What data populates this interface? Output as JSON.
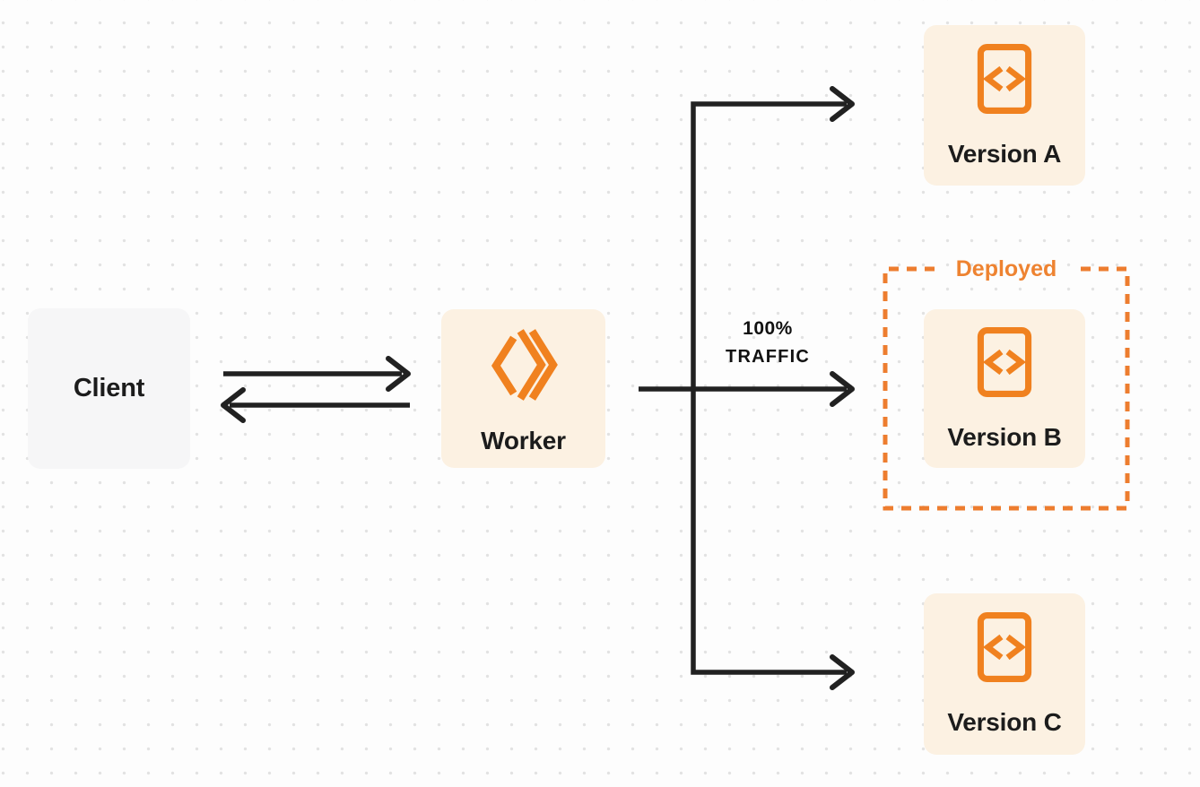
{
  "diagram": {
    "description": "Worker traffic routing diagram with client, worker and three versions",
    "nodes": {
      "client": {
        "label": "Client"
      },
      "worker": {
        "label": "Worker",
        "icon": "workers-chevrons-icon"
      },
      "version_a": {
        "label": "Version A",
        "icon": "code-file-icon"
      },
      "version_b": {
        "label": "Version B",
        "icon": "code-file-icon"
      },
      "version_c": {
        "label": "Version C",
        "icon": "code-file-icon"
      }
    },
    "annotations": {
      "deployed_label": "Deployed",
      "traffic_line1": "100%",
      "traffic_line2": "TRAFFIC"
    },
    "edges": [
      {
        "from": "client",
        "to": "worker",
        "style": "arrow-right"
      },
      {
        "from": "worker",
        "to": "client",
        "style": "arrow-left"
      },
      {
        "from": "worker",
        "to": "version_a",
        "style": "arrow"
      },
      {
        "from": "worker",
        "to": "version_b",
        "style": "arrow",
        "label": "100% TRAFFIC"
      },
      {
        "from": "worker",
        "to": "version_c",
        "style": "arrow"
      }
    ],
    "colors": {
      "orange_icon": "#f0811f",
      "orange_dash": "#ed7d2f",
      "orange_text": "#ee8331",
      "node_cream": "#fcf1e2",
      "node_gray": "#f6f6f7",
      "connector": "#212121",
      "text_dark": "#1c1c1c",
      "dot_grid": "#e2e2e2",
      "background": "#fdfdfd"
    }
  }
}
